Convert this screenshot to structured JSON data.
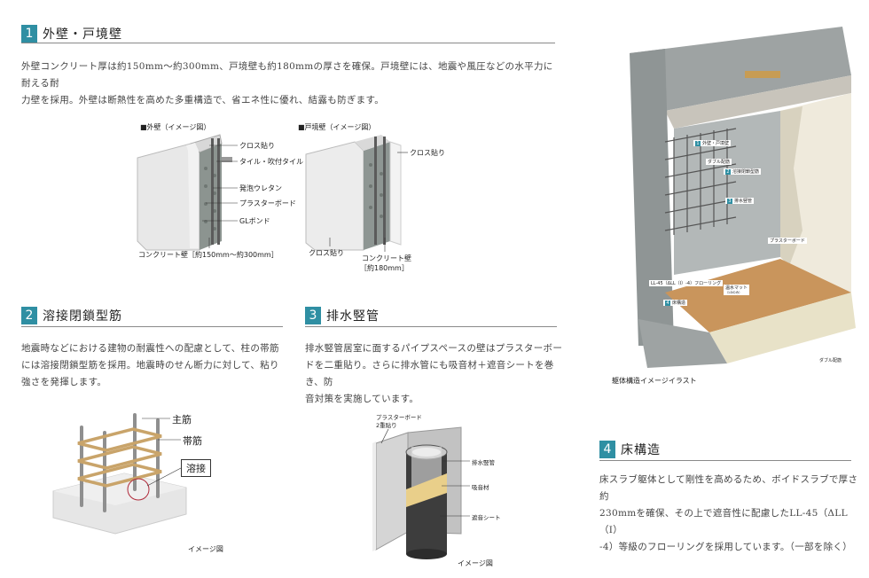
{
  "sections": {
    "s1": {
      "num": "1",
      "title": "外壁・戸境壁",
      "text1": "外壁コンクリート厚は約150mm～約300mm、戸境壁も約180mmの厚さを確保。戸境壁には、地震や風圧などの水平力に耐える耐",
      "text2": "力壁を採用。外壁は断熱性を高めた多重構造で、省エネ性に優れ、結露も防ぎます。",
      "outer_caption": "■外壁（イメージ図）",
      "party_caption": "■戸境壁（イメージ図）",
      "outer_labels": [
        "クロス貼り",
        "タイル・吹付タイル",
        "発泡ウレタン",
        "プラスターボード",
        "GLボンド"
      ],
      "outer_concrete": "コンクリート壁［約150mm～約300mm］",
      "party_cloth_top": "クロス貼り",
      "party_cloth_bottom": "クロス貼り",
      "party_concrete1": "コンクリート壁",
      "party_concrete2": "［約180mm］"
    },
    "s2": {
      "num": "2",
      "title": "溶接閉鎖型筋",
      "text1": "地震時などにおける建物の耐震性への配慮として、柱の帯筋",
      "text2": "には溶接閉鎖型筋を採用。地震時のせん断力に対して、粘り",
      "text3": "強さを発揮します。",
      "label_main": "主筋",
      "label_hoop": "帯筋",
      "label_weld": "溶接",
      "caption": "イメージ図"
    },
    "s3": {
      "num": "3",
      "title": "排水竪管",
      "text1": "排水竪管居室に面するパイプスペースの壁はプラスターボー",
      "text2": "ドを二重貼り。さらに排水管にも吸音材＋遮音シートを巻き、防",
      "text3": "音対策を実施しています。",
      "label_board1": "プラスターボード",
      "label_board2": "2重貼り",
      "label_pipe": "排水竪管",
      "label_absorb": "吸音材",
      "label_sheet": "遮音シート",
      "caption": "イメージ図"
    },
    "s4": {
      "num": "4",
      "title": "床構造",
      "text1": "床スラブ躯体として剛性を高めるため、ボイドスラブで厚さ約",
      "text2": "230mmを確保、その上で遮音性に配慮したLL-45（ΔLL（I）",
      "text3": "-4）等級のフローリングを採用しています。（一部を除く）"
    }
  },
  "illustration": {
    "caption": "躯体構造イメージイラスト",
    "tag1_num": "1",
    "tag1": "外壁・戸境壁",
    "tag_double1": "ダブル配筋",
    "tag2_num": "2",
    "tag2": "溶接閉鎖型筋",
    "tag3_num": "3",
    "tag3": "排水竪管",
    "tag_board": "プラスターボード",
    "tag_floor": "LL-45（ΔLL（I）-4）フローリング",
    "tag_mat1": "温水マット",
    "tag_mat2": "（LDのみ）",
    "tag4_num": "4",
    "tag4": "床構造",
    "tag_double2": "ダブル配筋"
  },
  "colors": {
    "accent": "#2f8fa3"
  }
}
